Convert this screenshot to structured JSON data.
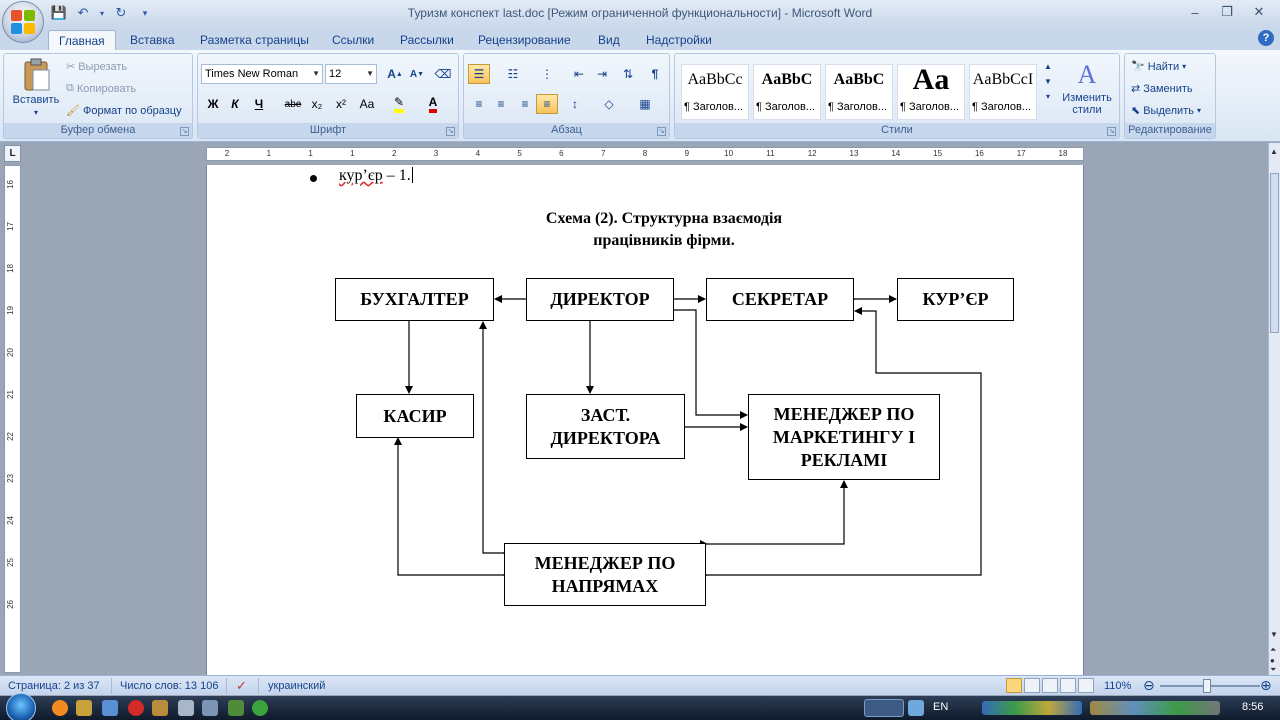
{
  "window": {
    "title": "Туризм конспект last.doc [Режим ограниченной функциональности] - Microsoft Word"
  },
  "tabs": [
    "Главная",
    "Вставка",
    "Разметка страницы",
    "Ссылки",
    "Рассылки",
    "Рецензирование",
    "Вид",
    "Надстройки"
  ],
  "ribbon": {
    "clipboard": {
      "label": "Буфер обмена",
      "paste": "Вставить",
      "cut": "Вырезать",
      "copy": "Копировать",
      "format_painter": "Формат по образцу"
    },
    "font": {
      "label": "Шрифт",
      "font_name": "Times New Roman",
      "font_size": "12",
      "bold": "Ж",
      "italic": "К",
      "underline": "Ч",
      "strike": "abe",
      "subscript": "x₂",
      "superscript": "x²",
      "change_case": "Aa",
      "grow": "A",
      "shrink": "A"
    },
    "paragraph": {
      "label": "Абзац",
      "show_marks": "¶"
    },
    "styles": {
      "label": "Стили",
      "items": [
        {
          "sample": "AaBbCc",
          "name": "¶ Заголов..."
        },
        {
          "sample": "AaBbC",
          "name": "¶ Заголов..."
        },
        {
          "sample": "AaBbC",
          "name": "¶ Заголов..."
        },
        {
          "sample": "Aa",
          "name": "¶ Заголов..."
        },
        {
          "sample": "AaBbCcI",
          "name": "¶ Заголов..."
        }
      ],
      "change_styles": "Изменить стили"
    },
    "editing": {
      "label": "Редактирование",
      "find": "Найти",
      "replace": "Заменить",
      "select": "Выделить"
    }
  },
  "ruler": {
    "corner": "L",
    "h_marks": [
      "2",
      "1",
      "1",
      "1",
      "2",
      "3",
      "4",
      "5",
      "6",
      "7",
      "8",
      "9",
      "10",
      "11",
      "12",
      "13",
      "14",
      "15",
      "16",
      "17",
      "18"
    ],
    "v_marks": [
      "16",
      "17",
      "18",
      "19",
      "20",
      "21",
      "22",
      "23",
      "24",
      "25",
      "26"
    ]
  },
  "document": {
    "bullet_prefix": "кур’єр",
    "bullet_suffix": " – 1.",
    "heading_line1": "Схема (2). Структурна взаємодія",
    "heading_line2": "працівників фірми.",
    "boxes": {
      "accountant": "БУХГАЛТЕР",
      "director": "ДИРЕКТОР",
      "secretary": "СЕКРЕТАР",
      "courier": "КУР’ЄР",
      "cashier": "КАСИР",
      "deputy": "ЗАСТ. ДИРЕКТОРА",
      "marketing": "МЕНЕДЖЕР ПО МАРКЕТИНГУ І РЕКЛАМІ",
      "directions": "МЕНЕДЖЕР ПО НАПРЯМАХ"
    }
  },
  "status": {
    "page": "Страница: 2 из 37",
    "words": "Число слов: 13 106",
    "language": "украинский",
    "zoom": "110%"
  },
  "taskbar": {
    "language": "EN",
    "time": "8:56"
  }
}
